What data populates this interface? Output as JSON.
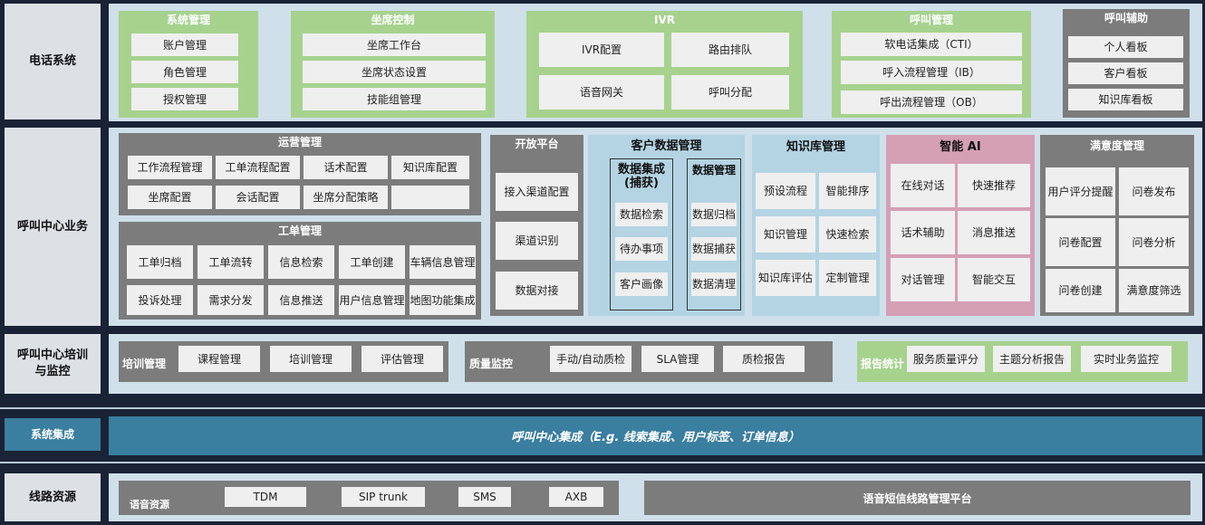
{
  "rows": {
    "phone": "电话系统",
    "business": "呼叫中心业务",
    "training": "呼叫中心培训与监控",
    "integration": "系统集成",
    "lines": "线路资源"
  },
  "phone_system": {
    "sys_mgmt": {
      "title": "系统管理",
      "items": [
        "账户管理",
        "角色管理",
        "授权管理"
      ]
    },
    "agent_ctrl": {
      "title": "坐席控制",
      "items": [
        "坐席工作台",
        "坐席状态设置",
        "技能组管理"
      ]
    },
    "ivr": {
      "title": "IVR",
      "items": [
        "IVR配置",
        "路由排队",
        "语音网关",
        "呼叫分配"
      ]
    },
    "call_mgmt": {
      "title": "呼叫管理",
      "items": [
        "软电话集成（CTI）",
        "呼入流程管理（IB）",
        "呼出流程管理（OB）"
      ]
    },
    "call_assist": {
      "title": "呼叫辅助",
      "items": [
        "个人看板",
        "客户看板",
        "知识库看板"
      ]
    }
  },
  "business": {
    "ops": {
      "title": "运营管理",
      "items": [
        "工作流程管理",
        "工单流程配置",
        "话术配置",
        "知识库配置",
        "坐席配置",
        "会话配置",
        "坐席分配策略",
        ""
      ]
    },
    "ticket": {
      "title": "工单管理",
      "items": [
        "工单归档",
        "工单流转",
        "信息检索",
        "工单创建",
        "车辆信息管理",
        "投诉处理",
        "需求分发",
        "信息推送",
        "用户信息管理",
        "地图功能集成"
      ]
    },
    "open": {
      "title": "开放平台",
      "items": [
        "接入渠道配置",
        "渠道识别",
        "数据对接"
      ]
    },
    "cdm": {
      "title": "客户数据管理",
      "collect": {
        "title": "数据集成\n(捕获)",
        "items": [
          "数据检索",
          "待办事项",
          "客户画像"
        ]
      },
      "manage": {
        "title": "数据管理",
        "items": [
          "数据归档",
          "数据捕获",
          "数据清理"
        ]
      }
    },
    "kb": {
      "title": "知识库管理",
      "items": [
        "预设流程",
        "智能排序",
        "知识管理",
        "快速检索",
        "知识库评估",
        "定制管理"
      ]
    },
    "ai": {
      "title": "智能 AI",
      "items": [
        "在线对话",
        "快速推荐",
        "话术辅助",
        "消息推送",
        "对话管理",
        "智能交互"
      ]
    },
    "sat": {
      "title": "满意度管理",
      "items": [
        "用户评分提醒",
        "问卷发布",
        "问卷配置",
        "问卷分析",
        "问卷创建",
        "满意度筛选"
      ]
    }
  },
  "training": {
    "train": {
      "title": "培训管理",
      "items": [
        "课程管理",
        "培训管理",
        "评估管理"
      ]
    },
    "quality": {
      "title": "质量监控",
      "items": [
        "手动/自动质检",
        "SLA管理",
        "质检报告"
      ]
    },
    "report": {
      "title": "报告统计",
      "items": [
        "服务质量评分",
        "主题分析报告",
        "实时业务监控"
      ]
    }
  },
  "integration": {
    "text": "呼叫中心集成（E.g. 线索集成、用户标签、订单信息）"
  },
  "lines": {
    "voice": {
      "title": "语音资源",
      "items": [
        "TDM",
        "SIP trunk",
        "SMS",
        "AXB"
      ]
    },
    "platform": "语音短信线路管理平台"
  },
  "colors": {
    "background": "#1a2335",
    "green": "#a6d28e",
    "gray": "#7c7c7c",
    "blue": "#b4d4e3",
    "pink": "#d59fb4",
    "integration": "#3a7ea0"
  }
}
